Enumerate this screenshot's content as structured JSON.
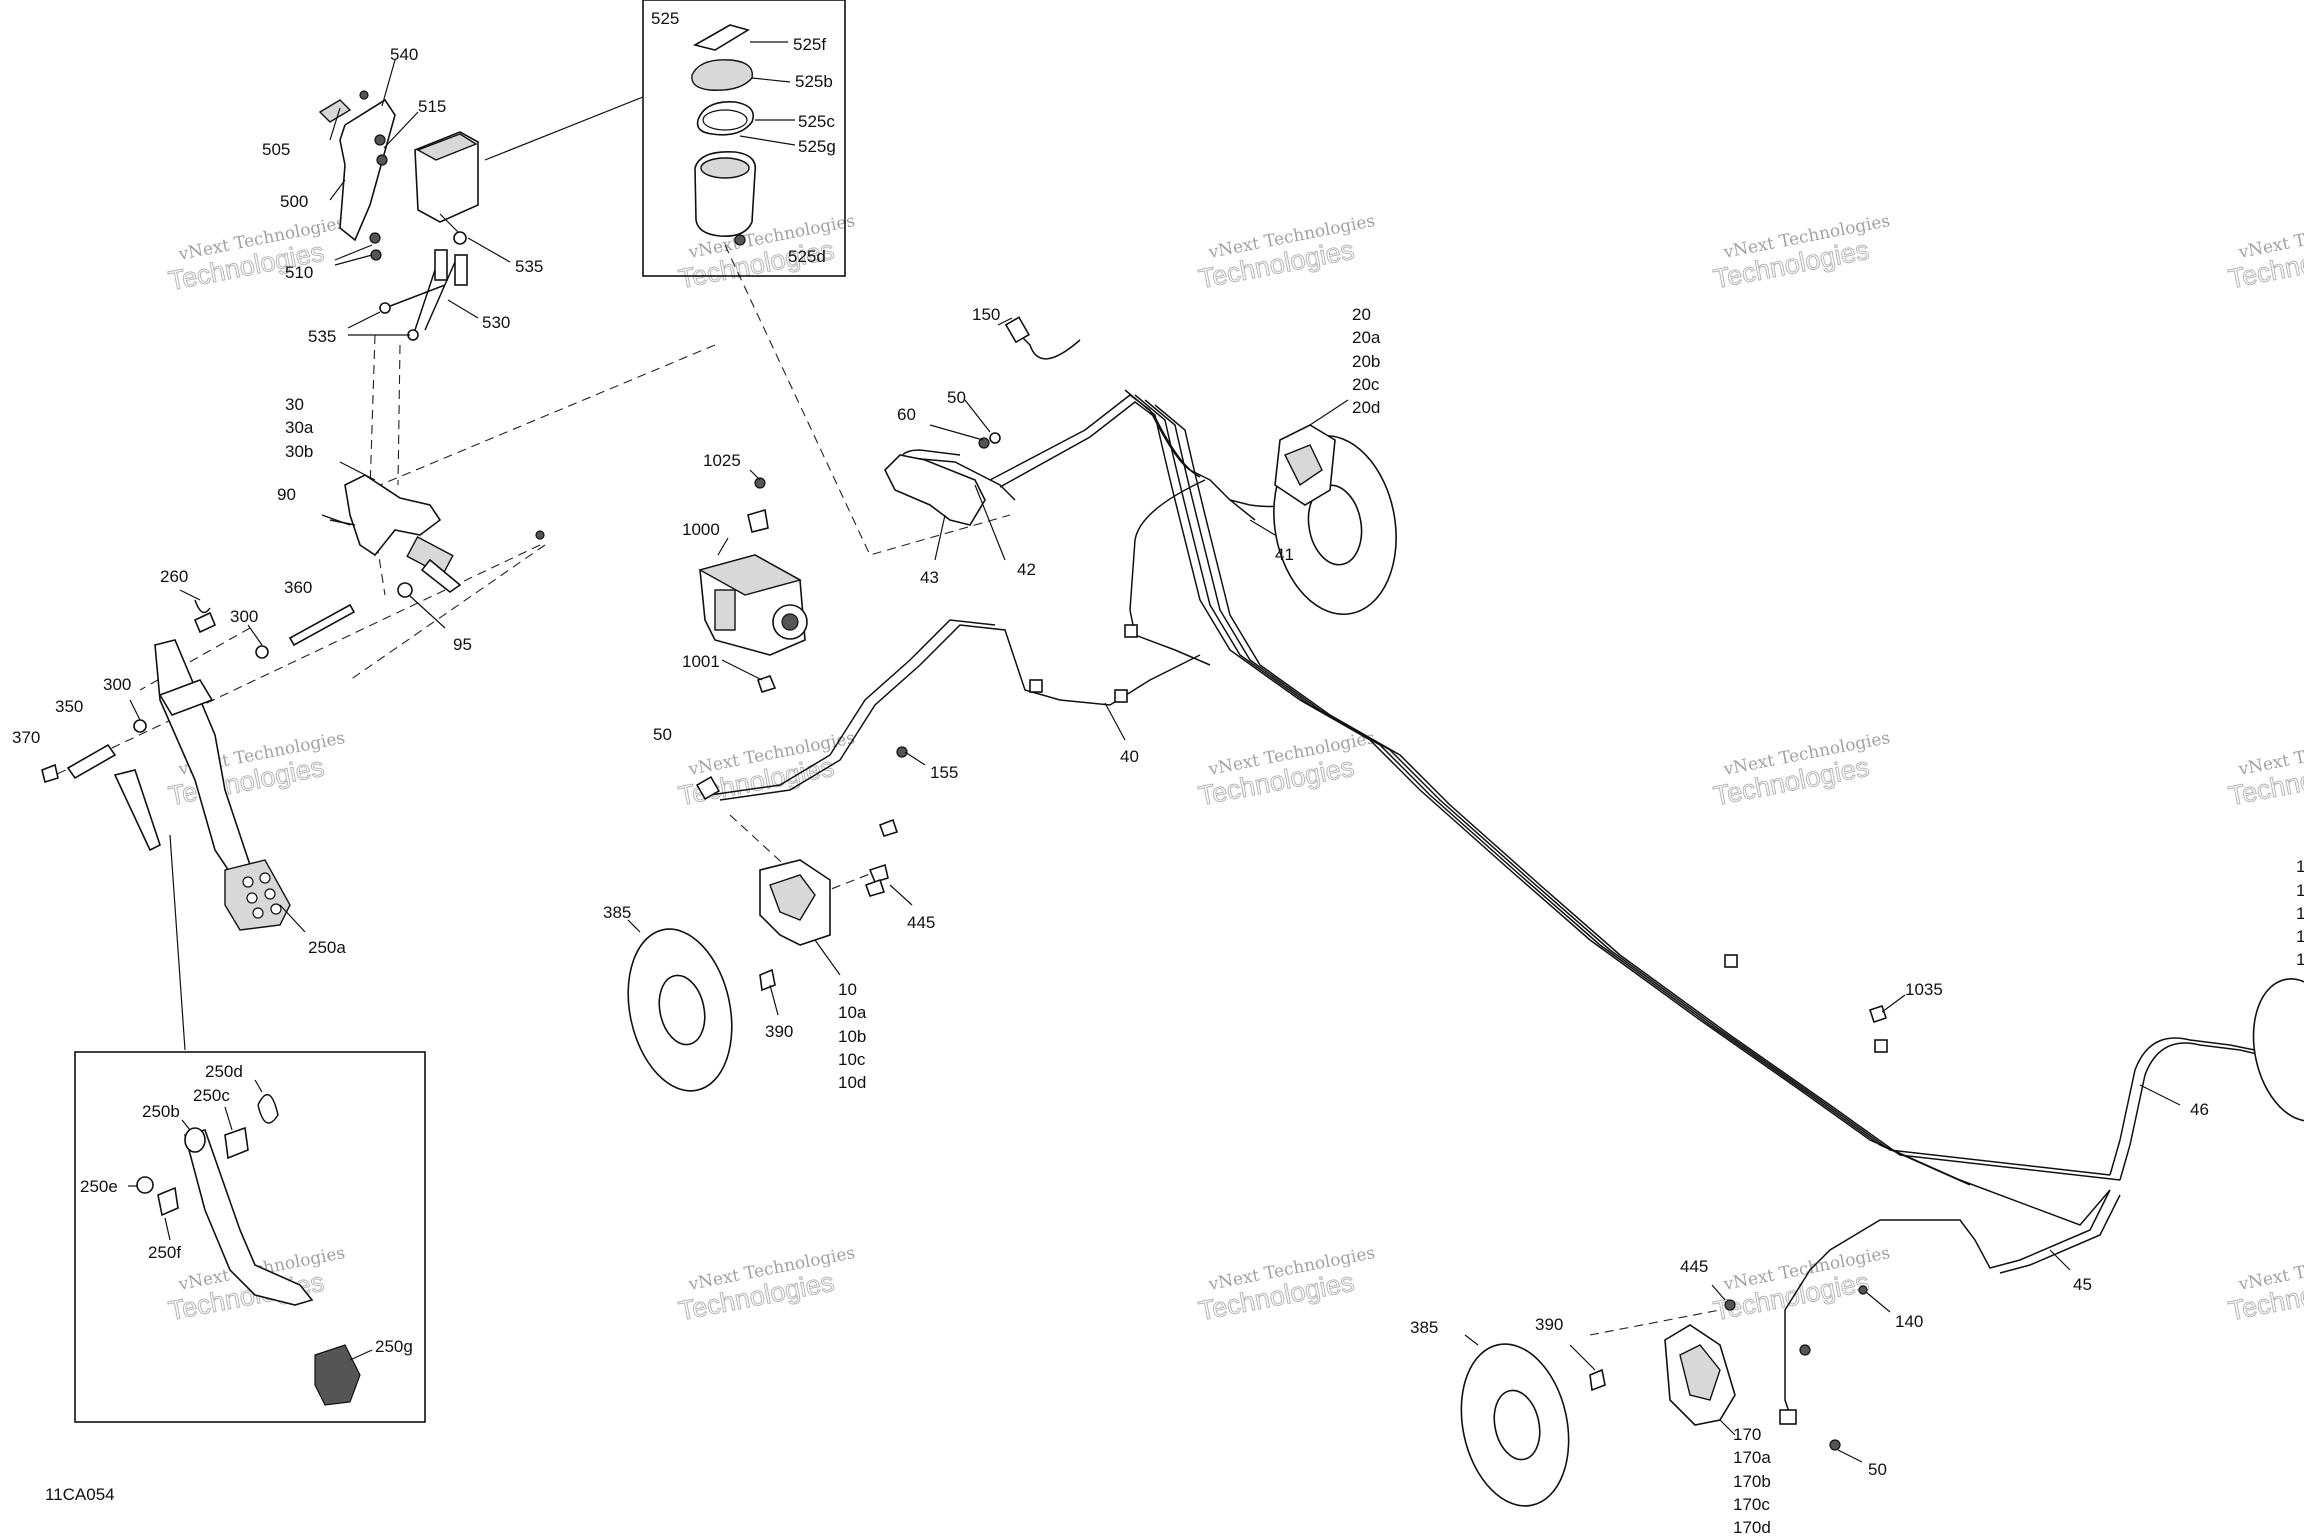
{
  "diagram": {
    "code": "11CA054",
    "watermark_line1": "vNext Technologies",
    "watermark_line2": "Technologies",
    "callouts": {
      "c525": "525",
      "c525f": "525f",
      "c525b": "525b",
      "c525c": "525c",
      "c525g": "525g",
      "c525d": "525d",
      "c540": "540",
      "c515": "515",
      "c505": "505",
      "c500": "500",
      "c510": "510",
      "c535a": "535",
      "c535b": "535",
      "c530": "530",
      "c30": "30",
      "c30a": "30a",
      "c30b": "30b",
      "c90": "90",
      "c95": "95",
      "c260": "260",
      "c300a": "300",
      "c360": "360",
      "c300b": "300",
      "c350": "350",
      "c370": "370",
      "c250a": "250a",
      "c250d": "250d",
      "c250c": "250c",
      "c250b": "250b",
      "c250e": "250e",
      "c250f": "250f",
      "c250g": "250g",
      "c150": "150",
      "c60": "60",
      "c50a": "50",
      "c43": "43",
      "c42": "42",
      "c1025": "1025",
      "c1000": "1000",
      "c1001": "1001",
      "c20": "20",
      "c20a": "20a",
      "c20b": "20b",
      "c20c": "20c",
      "c20d": "20d",
      "c41": "41",
      "c50b": "50",
      "c155": "155",
      "c40": "40",
      "c445a": "445",
      "c385a": "385",
      "c390a": "390",
      "c10": "10",
      "c10a": "10a",
      "c10b": "10b",
      "c10c": "10c",
      "c10d": "10d",
      "c1035": "1035",
      "c46": "46",
      "c45": "45",
      "c140": "140",
      "c445b": "445",
      "c385b": "385",
      "c390b": "390",
      "c170": "170",
      "c170a": "170a",
      "c170b": "170b",
      "c170c": "170c",
      "c170d": "170d",
      "c50c": "50",
      "e1": "1",
      "e2": "1",
      "e3": "1",
      "e4": "1",
      "e5": "1"
    }
  }
}
